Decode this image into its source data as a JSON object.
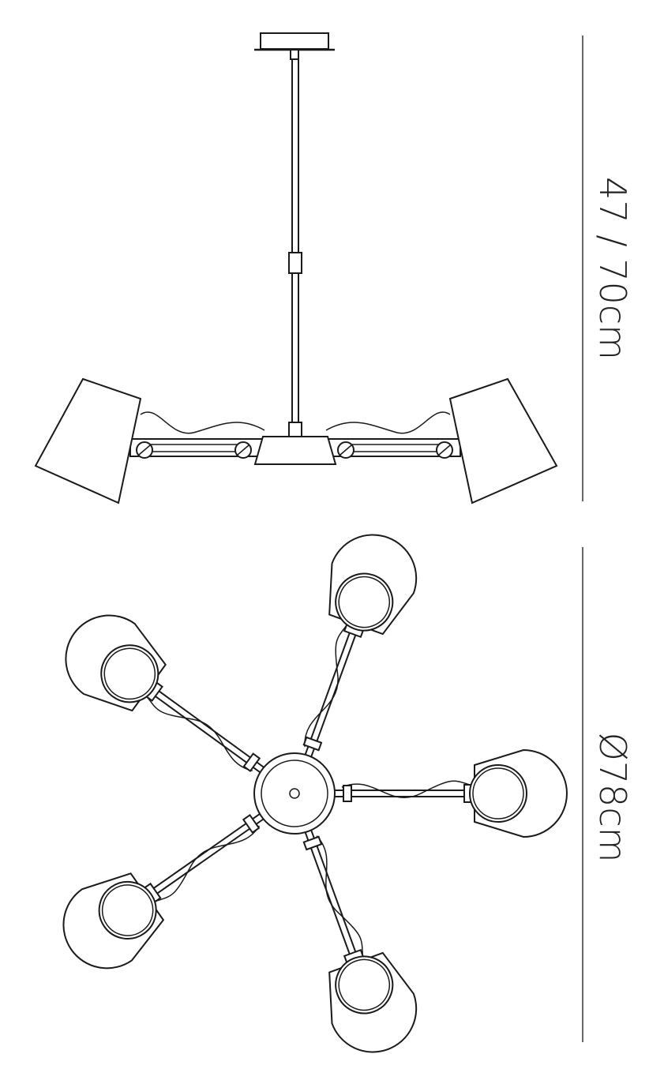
{
  "dimensions": {
    "height_label": "47 / 70cm",
    "diameter_label": "Ø78cm"
  },
  "top_view": {
    "arm_angles_deg": [
      -70,
      0,
      70,
      145,
      -144
    ]
  },
  "colors": {
    "line": "#1a1a1a",
    "background": "#ffffff"
  }
}
